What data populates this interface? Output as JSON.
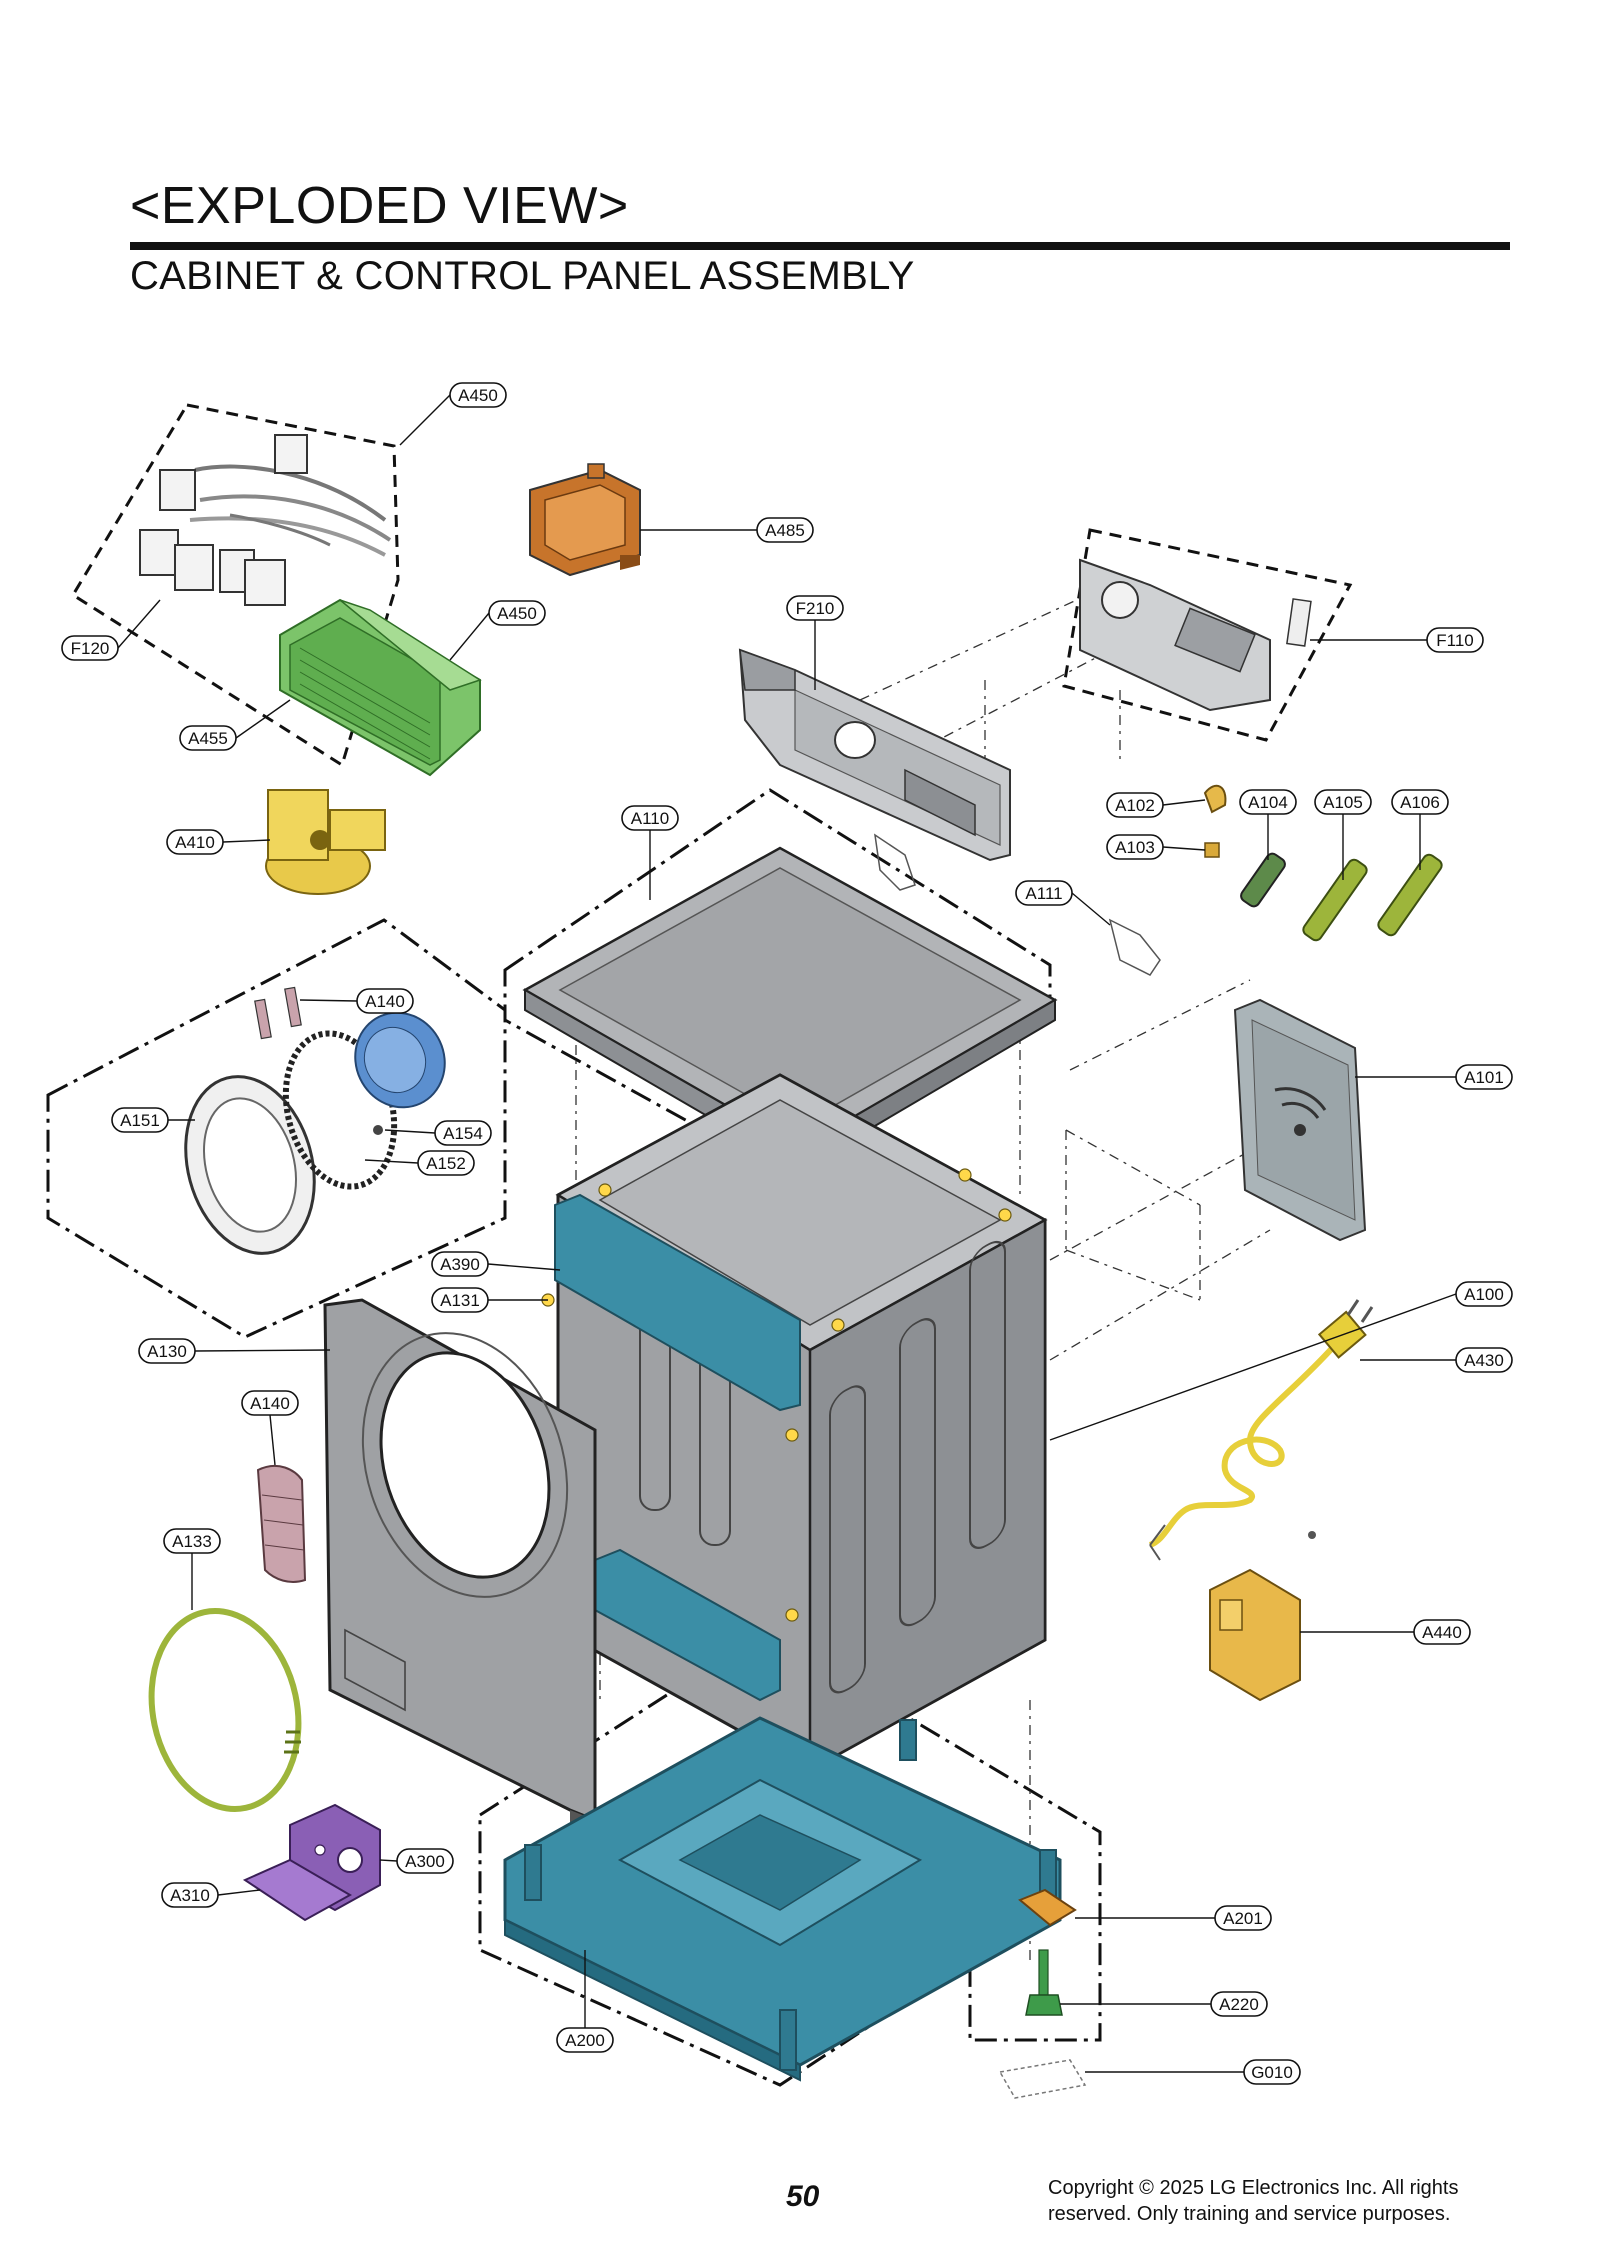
{
  "header": {
    "title": "<EXPLODED VIEW>",
    "subtitle": "CABINET & CONTROL PANEL ASSEMBLY"
  },
  "colors": {
    "cabinet_gray": "#9fa1a4",
    "base_teal": "#3b8ea6",
    "pcb_green": "#7cc46a",
    "harness_yellow": "#e7cf3a",
    "sensor_yellow": "#e8c94a",
    "dispenser_orange": "#c7742b",
    "gasket_blue": "#5b8fcf",
    "ring_green": "#9db53b",
    "cover_purple": "#8a5fb5",
    "bracket_orange": "#e6a03a",
    "leg_green": "#3e9b4a",
    "filter_pink": "#c9a3ac"
  },
  "callouts": [
    {
      "id": "A450a",
      "label": "A450"
    },
    {
      "id": "A485",
      "label": "A485"
    },
    {
      "id": "F120",
      "label": "F120"
    },
    {
      "id": "A450b",
      "label": "A450"
    },
    {
      "id": "F210",
      "label": "F210"
    },
    {
      "id": "F110",
      "label": "F110"
    },
    {
      "id": "A455",
      "label": "A455"
    },
    {
      "id": "A102",
      "label": "A102"
    },
    {
      "id": "A104",
      "label": "A104"
    },
    {
      "id": "A105",
      "label": "A105"
    },
    {
      "id": "A106",
      "label": "A106"
    },
    {
      "id": "A103",
      "label": "A103"
    },
    {
      "id": "A410",
      "label": "A410"
    },
    {
      "id": "A110",
      "label": "A110"
    },
    {
      "id": "A111",
      "label": "A111"
    },
    {
      "id": "A140a",
      "label": "A140"
    },
    {
      "id": "A101",
      "label": "A101"
    },
    {
      "id": "A151",
      "label": "A151"
    },
    {
      "id": "A154",
      "label": "A154"
    },
    {
      "id": "A152",
      "label": "A152"
    },
    {
      "id": "A390",
      "label": "A390"
    },
    {
      "id": "A131",
      "label": "A131"
    },
    {
      "id": "A100",
      "label": "A100"
    },
    {
      "id": "A130",
      "label": "A130"
    },
    {
      "id": "A430",
      "label": "A430"
    },
    {
      "id": "A140b",
      "label": "A140"
    },
    {
      "id": "A133",
      "label": "A133"
    },
    {
      "id": "A440",
      "label": "A440"
    },
    {
      "id": "A300",
      "label": "A300"
    },
    {
      "id": "A310",
      "label": "A310"
    },
    {
      "id": "A201",
      "label": "A201"
    },
    {
      "id": "A220",
      "label": "A220"
    },
    {
      "id": "A200",
      "label": "A200"
    },
    {
      "id": "G010",
      "label": "G010"
    }
  ],
  "footer": {
    "page_number": "50",
    "copyright": "Copyright © 2025 LG Electronics Inc. All rights reserved. Only training and service purposes."
  }
}
